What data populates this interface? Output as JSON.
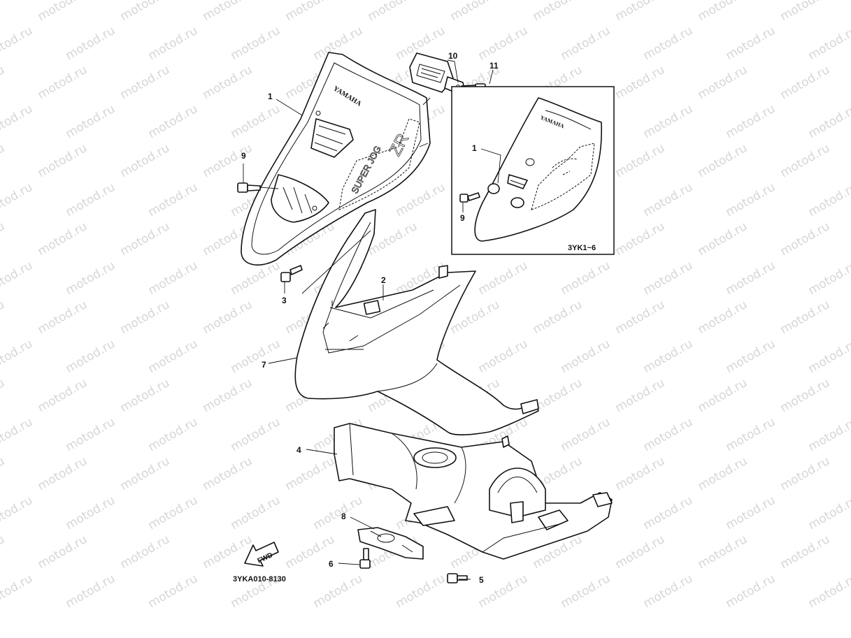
{
  "diagram": {
    "watermark_text": "motod.ru",
    "drawing_code": "3YKA010-8130",
    "inset_label": "3YK1~6",
    "fwd_label": "FWD",
    "emblem_text": "YAMAHA",
    "decal_text": "SUPER JOG",
    "decal_model": "ZR",
    "callouts": [
      "1",
      "2",
      "3",
      "4",
      "5",
      "6",
      "7",
      "8",
      "9",
      "10",
      "11",
      "1",
      "9"
    ]
  }
}
